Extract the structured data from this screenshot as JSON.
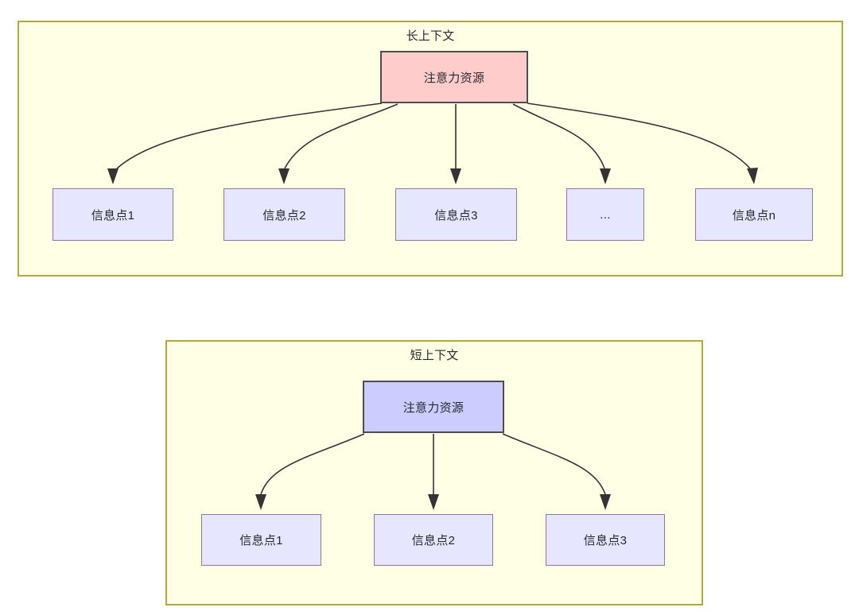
{
  "diagram": {
    "type": "flowchart",
    "background": "#ffffff",
    "colors": {
      "group_fill": "#ffffe6",
      "group_border": "#b5a642",
      "attention_long_fill": "#ffcccc",
      "attention_short_fill": "#ccccff",
      "attention_border": "#4d4d4d",
      "info_fill": "#e6e6ff",
      "info_border": "#9673a6",
      "edge_stroke": "#333333",
      "text": "#24292f"
    },
    "groups": [
      {
        "id": "long-context",
        "title": "长上下文",
        "root": {
          "id": "attention-long",
          "label": "注意力资源"
        },
        "children": [
          {
            "id": "info-long-1",
            "label": "信息点1"
          },
          {
            "id": "info-long-2",
            "label": "信息点2"
          },
          {
            "id": "info-long-3",
            "label": "信息点3"
          },
          {
            "id": "info-long-ellipsis",
            "label": "..."
          },
          {
            "id": "info-long-n",
            "label": "信息点n"
          }
        ]
      },
      {
        "id": "short-context",
        "title": "短上下文",
        "root": {
          "id": "attention-short",
          "label": "注意力资源"
        },
        "children": [
          {
            "id": "info-short-1",
            "label": "信息点1"
          },
          {
            "id": "info-short-2",
            "label": "信息点2"
          },
          {
            "id": "info-short-3",
            "label": "信息点3"
          }
        ]
      }
    ]
  }
}
